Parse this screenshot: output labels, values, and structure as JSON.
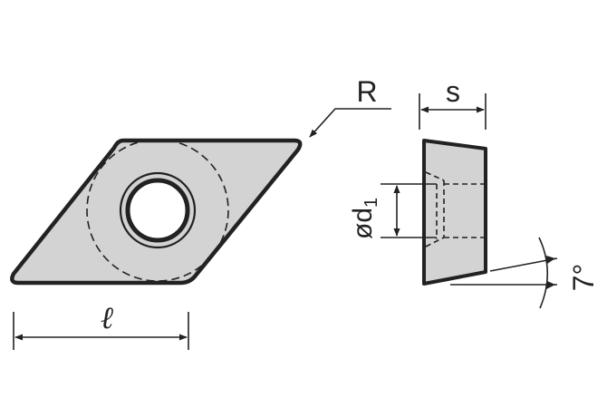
{
  "labels": {
    "radius": "R",
    "length": "ℓ",
    "thickness": "s",
    "hole_diameter_prefix": "ød",
    "hole_diameter_subscript": "1",
    "clearance_angle": "7°"
  },
  "colors": {
    "insert_fill": "#d3d3d3",
    "outline": "#222222",
    "background": "#ffffff"
  }
}
